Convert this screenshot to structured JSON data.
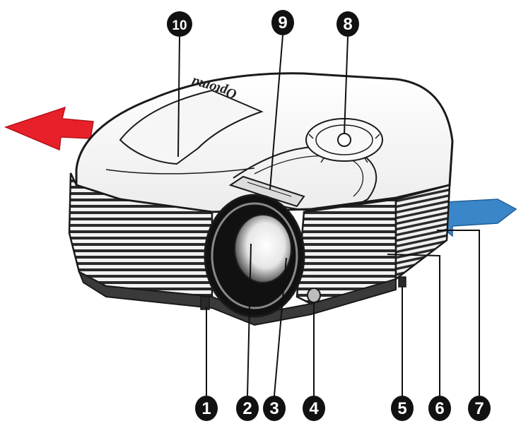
{
  "brand": {
    "logo_text": "Optoma"
  },
  "colors": {
    "exhaust_arrow": "#e8202a",
    "intake_arrow": "#3a86c8",
    "callout_badge": "#111111",
    "outline": "#1a1a1a"
  },
  "arrows": {
    "exhaust": {
      "icon": "arrow-left-icon"
    },
    "intake": {
      "icon": "arrow-left-icon"
    }
  },
  "callouts": [
    {
      "id": "1",
      "label": "1"
    },
    {
      "id": "2",
      "label": "2"
    },
    {
      "id": "3",
      "label": "3"
    },
    {
      "id": "4",
      "label": "4"
    },
    {
      "id": "5",
      "label": "5"
    },
    {
      "id": "6",
      "label": "6"
    },
    {
      "id": "7",
      "label": "7"
    },
    {
      "id": "8",
      "label": "8"
    },
    {
      "id": "9",
      "label": "9"
    },
    {
      "id": "10",
      "label": "10"
    }
  ]
}
